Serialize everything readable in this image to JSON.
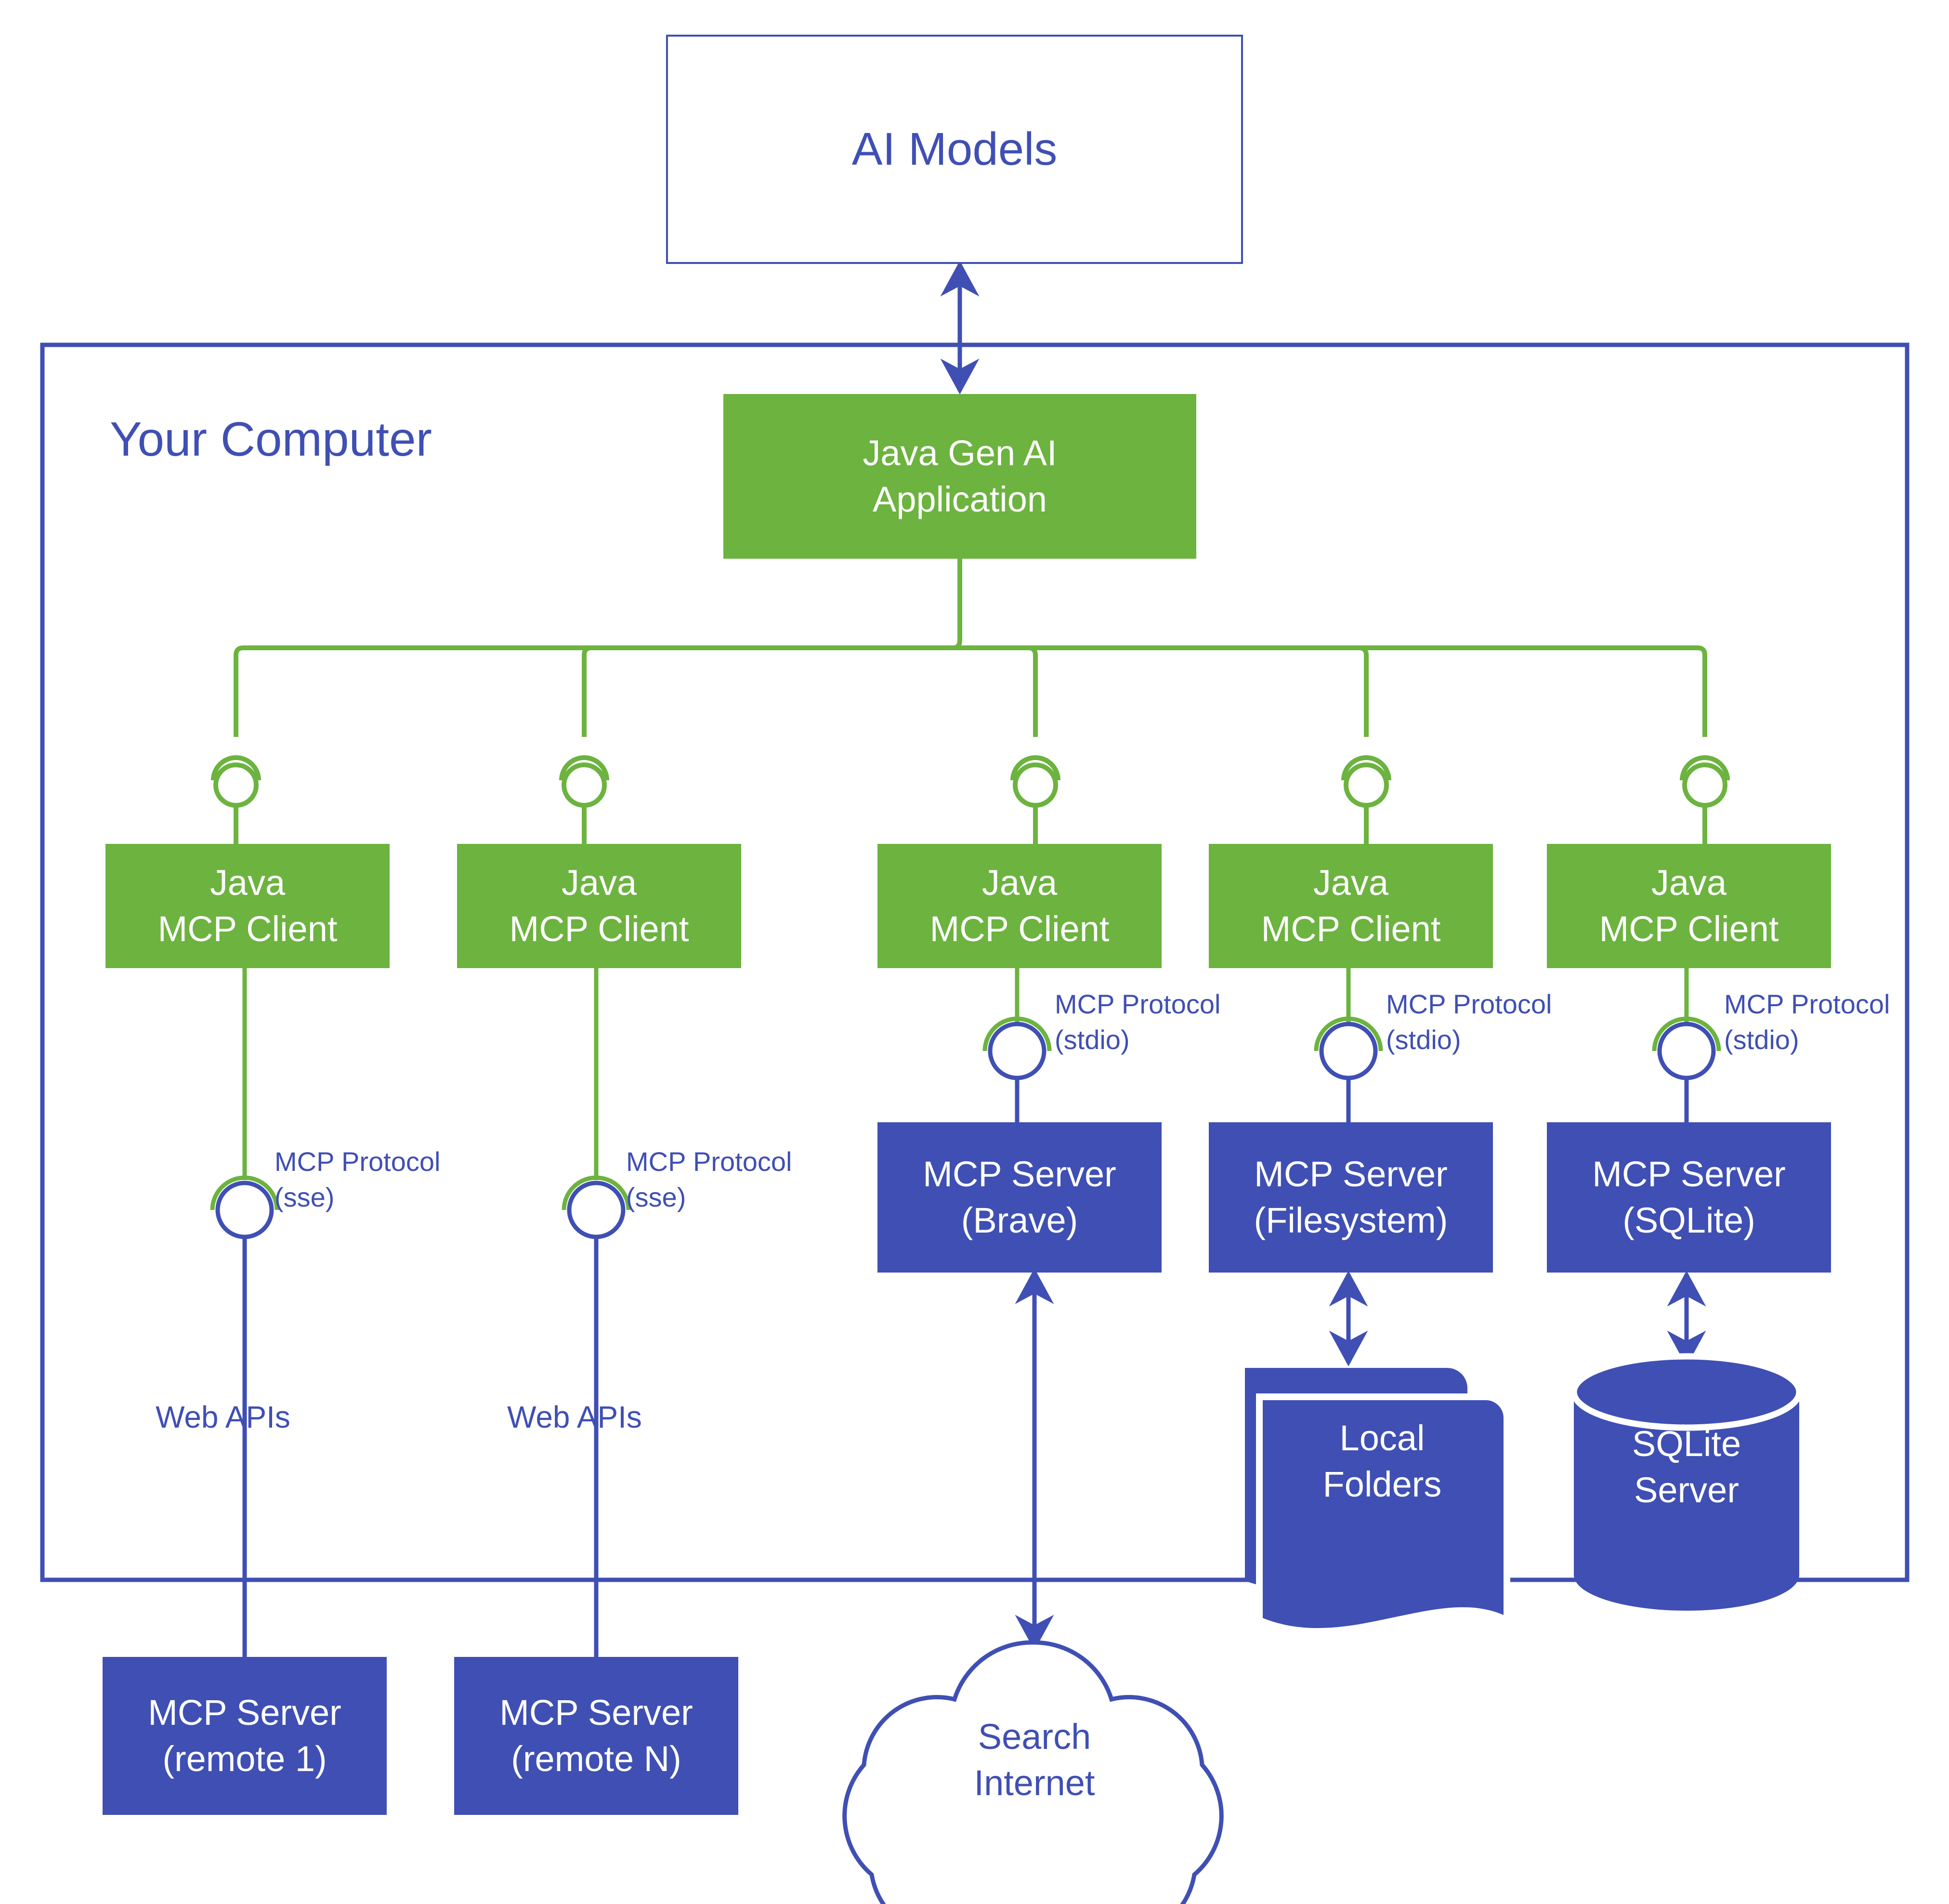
{
  "diagram": {
    "title_box": {
      "label": "AI Models"
    },
    "boundary": {
      "label": "Your Computer"
    },
    "application": {
      "label_line1": "Java Gen AI",
      "label_line2": "Application"
    },
    "clients": [
      {
        "id": "client-1",
        "line1": "Java",
        "line2": "MCP Client"
      },
      {
        "id": "client-2",
        "line1": "Java",
        "line2": "MCP Client"
      },
      {
        "id": "client-3",
        "line1": "Java",
        "line2": "MCP Client"
      },
      {
        "id": "client-4",
        "line1": "Java",
        "line2": "MCP Client"
      },
      {
        "id": "client-5",
        "line1": "Java",
        "line2": "MCP Client"
      }
    ],
    "protocol_labels": [
      {
        "id": "proto-sse-1",
        "line1": "MCP Protocol",
        "line2": "(sse)"
      },
      {
        "id": "proto-sse-2",
        "line1": "MCP Protocol",
        "line2": "(sse)"
      },
      {
        "id": "proto-stdio-brave",
        "line1": "MCP Protocol",
        "line2": "(stdio)"
      },
      {
        "id": "proto-stdio-filesystem",
        "line1": "MCP Protocol",
        "line2": "(stdio)"
      },
      {
        "id": "proto-stdio-sqlite",
        "line1": "MCP Protocol",
        "line2": "(stdio)"
      }
    ],
    "transport_labels": [
      {
        "id": "web-apis-1",
        "label": "Web APIs"
      },
      {
        "id": "web-apis-2",
        "label": "Web APIs"
      }
    ],
    "servers_local": [
      {
        "id": "server-brave",
        "line1": "MCP Server",
        "line2": "(Brave)"
      },
      {
        "id": "server-filesystem",
        "line1": "MCP Server",
        "line2": "(Filesystem)"
      },
      {
        "id": "server-sqlite",
        "line1": "MCP Server",
        "line2": "(SQLite)"
      }
    ],
    "servers_remote": [
      {
        "id": "server-remote-1",
        "line1": "MCP Server",
        "line2": "(remote 1)"
      },
      {
        "id": "server-remote-n",
        "line1": "MCP Server",
        "line2": "(remote N)"
      }
    ],
    "resources": [
      {
        "id": "local-folders",
        "line1": "Local",
        "line2": "Folders",
        "shape": "multi-document"
      },
      {
        "id": "sqlite-server",
        "line1": "SQLite",
        "line2": "Server",
        "shape": "cylinder"
      },
      {
        "id": "search-internet",
        "line1": "Search",
        "line2": "Internet",
        "shape": "cloud"
      }
    ],
    "colors": {
      "green": "#6cb33f",
      "blue": "#3f4fb3",
      "white": "#ffffff"
    }
  }
}
